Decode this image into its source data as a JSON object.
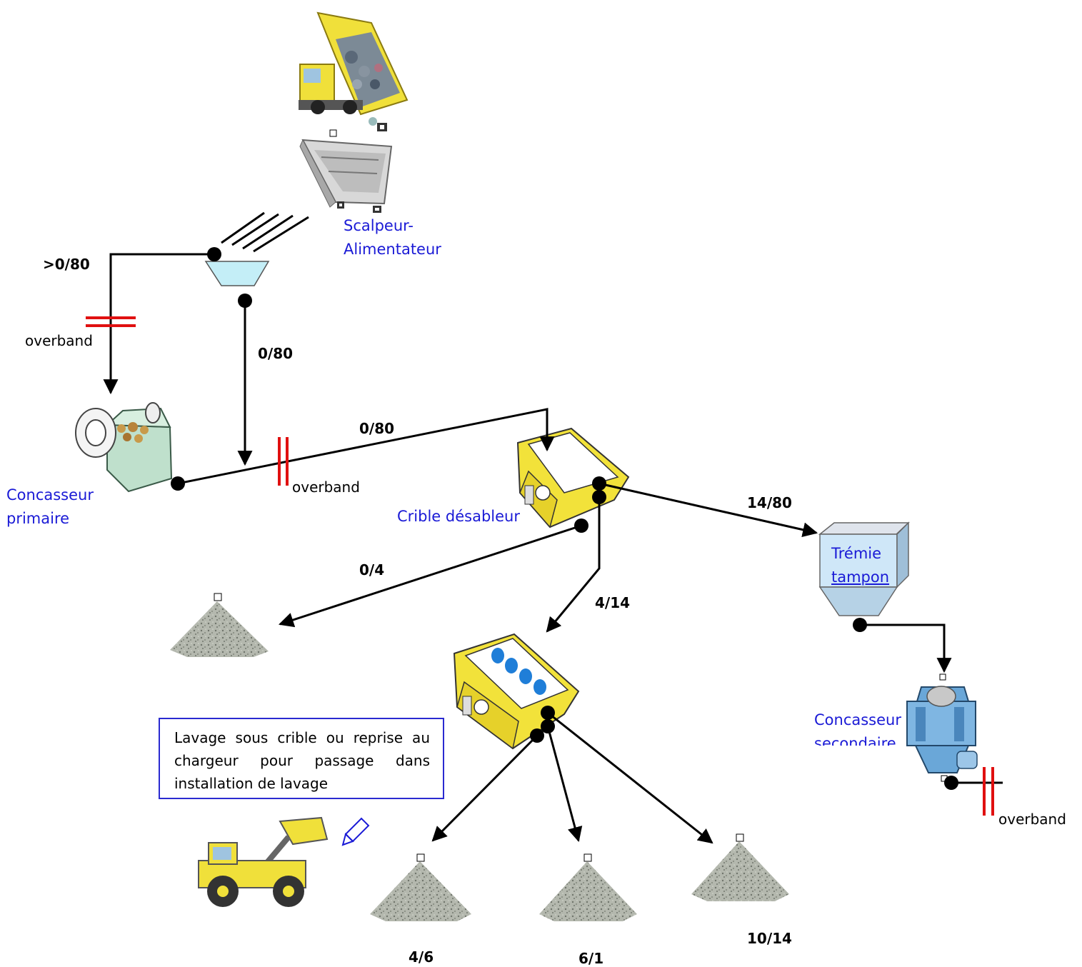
{
  "nodes": {
    "scalper": {
      "label_line1": "Scalpeur-",
      "label_line2": "Alimentateur"
    },
    "primary_crusher": {
      "label_line1": "Concasseur",
      "label_line2": "primaire"
    },
    "screen_desander": {
      "label": "Crible désableur"
    },
    "buffer_hopper": {
      "label_line1": "Trémie",
      "label_line2": "tampon"
    },
    "secondary_crusher": {
      "label_line1": "Concasseur",
      "label_line2": "secondaire"
    }
  },
  "flows": {
    "oversize": ">0/80",
    "scalper_out": "0/80",
    "to_screen": "0/80",
    "coarse": "14/80",
    "sand": "0/4",
    "mid": "4/14",
    "p46": "4/6",
    "p61": "6/1",
    "p1014": "10/14"
  },
  "overband": {
    "label1": "overband",
    "label2": "overband",
    "label3": "overband"
  },
  "note": {
    "text": "Lavage sous crible ou reprise au chargeur pour passage dans installation de lavage"
  },
  "colors": {
    "label_blue": "#1a1ad6",
    "overband_red": "#e01010",
    "equipment_yellow": "#f2e23a",
    "crusher_green": "#bfe0cc",
    "crusher_blue": "#6aa7d8",
    "stockpile_grey": "#a9aea4"
  }
}
